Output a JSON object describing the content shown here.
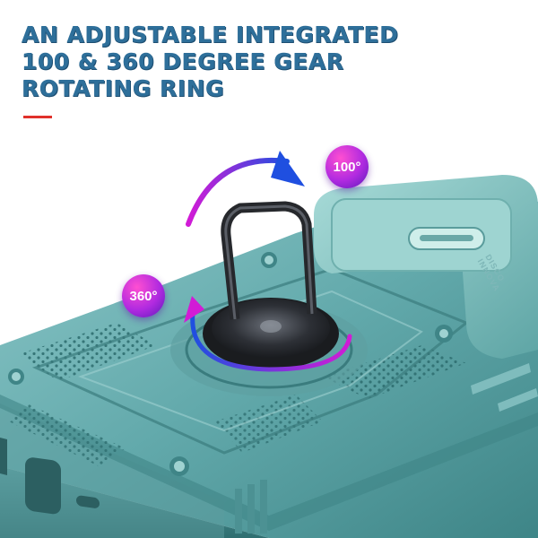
{
  "headline": {
    "lines": [
      "AN ADJUSTABLE INTEGRATED",
      "100 & 360 DEGREE GEAR",
      "ROTATING RING"
    ]
  },
  "badges": {
    "angle_100": "100°",
    "angle_360": "360°"
  },
  "case_print": {
    "line1": "DISCO",
    "line2": "INNOVA"
  },
  "colors": {
    "headline": "#2e6f9a",
    "accent_bar": "#e0312b",
    "case_body": "#6fb2b4",
    "badge_gradient_start": "#ff4fd1",
    "badge_gradient_end": "#5a1bb8",
    "arrow_start": "#d21bd6",
    "arrow_end": "#1f4fe0",
    "ring": "#2b2b30"
  },
  "icons": {
    "rotation_arrow_top": "curved-arrow-icon",
    "rotation_arrow_ring": "circular-arrow-icon"
  }
}
